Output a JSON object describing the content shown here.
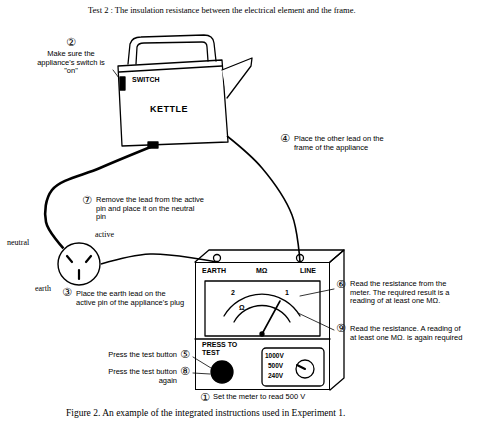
{
  "diagram": {
    "title": "Test 2 : The insulation resistance between the electrical element and the frame.",
    "caption": "Figure 2. An example of the integrated instructions used in Experiment 1.",
    "nodes": [
      {
        "text": [
          "SWITCH",
          "KETTLE"
        ]
      },
      {
        "text": [
          "neutral",
          "active",
          "earth"
        ]
      },
      {
        "text": [
          "EARTH",
          "MΩ",
          "LINE",
          "PRESS TO TEST",
          "1000V",
          "500V",
          "240V"
        ]
      }
    ],
    "edges": [
      {
        "from": 0,
        "to": 1,
        "arrow": "none"
      },
      {
        "from": 1,
        "to": 2,
        "arrow": "none"
      },
      {
        "from": 0,
        "to": 2,
        "arrow": "none"
      }
    ],
    "labels": [
      "②",
      "Make sure the appliance's switch is \"on\"",
      "④",
      "Place the other lead on the frame of the appliance",
      "⑦",
      "Remove the lead from the active pin and place it on the neutral pin",
      "③",
      "Place the earth lead on the active pin of the appliance's plug",
      "⑥",
      "Read the resistance from the meter. The required result is a reading of at least one MΩ.",
      "⑨",
      "Read the resistance. A reading of at least one MΩ. is again required",
      "⑤",
      "Press the test button",
      "⑧",
      "Press the test button again",
      "①",
      "Set the meter to read 500 V",
      "2",
      "1",
      "Ω"
    ]
  }
}
